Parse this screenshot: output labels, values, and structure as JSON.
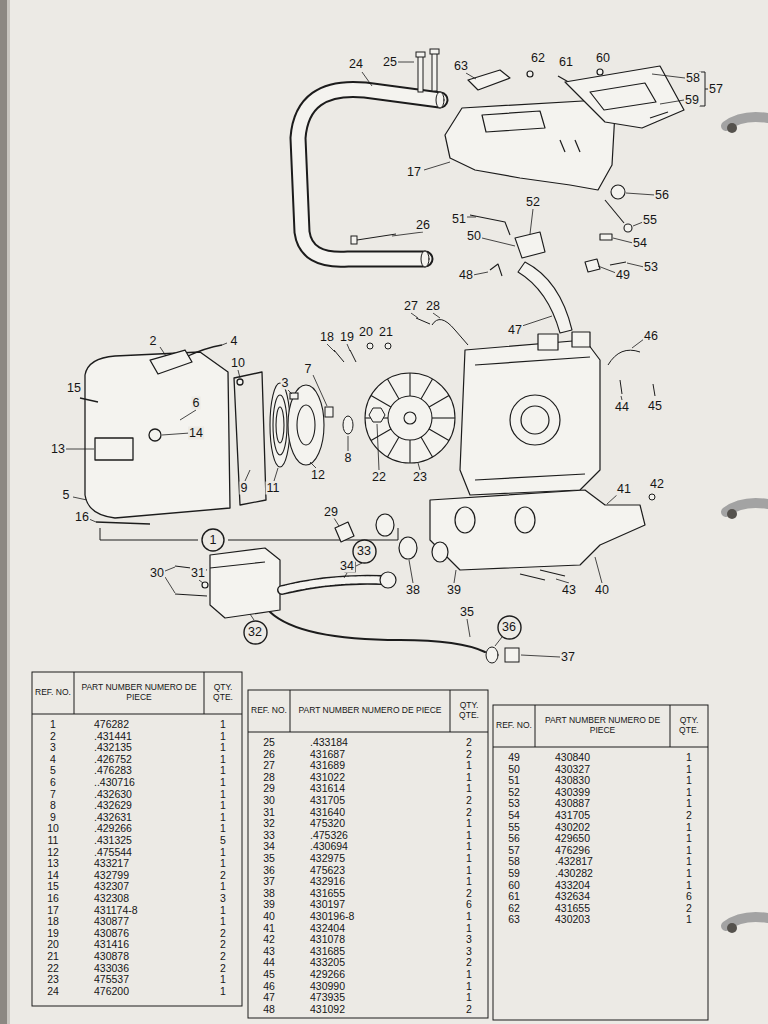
{
  "diagram": {
    "nodes": [
      {
        "text": [
          "1"
        ]
      },
      {
        "text": [
          "33"
        ]
      },
      {
        "text": [
          "36"
        ]
      },
      {
        "text": [
          "32"
        ]
      }
    ],
    "labels": [
      "62",
      "60",
      "25",
      "61",
      "63",
      "24",
      "58",
      "57",
      "59",
      "17",
      "56",
      "52",
      "51",
      "55",
      "26",
      "50",
      "54",
      "53",
      "49",
      "48",
      "27",
      "28",
      "47",
      "20",
      "21",
      "46",
      "18",
      "19",
      "2",
      "4",
      "10",
      "7",
      "3",
      "15",
      "6",
      "45",
      "44",
      "14",
      "13",
      "8",
      "12",
      "22",
      "23",
      "42",
      "9",
      "11",
      "41",
      "5",
      "29",
      "16",
      "34",
      "30",
      "31",
      "38",
      "39",
      "43",
      "40",
      "35",
      "37",
      "REF. NO.",
      "PART NUMBER NUMERO DE PIECE",
      "QTY. QTE.",
      "1",
      "476282",
      "1",
      "2",
      ".431441",
      "1",
      "3",
      ".432135",
      "1",
      "4",
      ".426752",
      "1",
      "5",
      ".476283",
      "1",
      "6",
      "..430716",
      "1",
      "7",
      ".432630",
      "1",
      "8",
      ".432629",
      "1",
      "9",
      ".432631",
      "1",
      "10",
      ".429266",
      "1",
      "11",
      ".431325",
      "5",
      "12",
      ".475544",
      "1",
      "13",
      "433217",
      "1",
      "14",
      "432799",
      "2",
      "15",
      "432307",
      "1",
      "16",
      "432308",
      "3",
      "17",
      "431174-8",
      "1",
      "18",
      "430877",
      "1",
      "19",
      "430876",
      "2",
      "20",
      "431416",
      "2",
      "21",
      "430878",
      "2",
      "22",
      "433036",
      "2",
      "23",
      "475537",
      "1",
      "24",
      "476200",
      "1",
      "REF. NO.",
      "PART NUMBER NUMERO DE PIECE",
      "QTY. QTE.",
      "25",
      ".433184",
      "2",
      "26",
      "431687",
      "2",
      "27",
      "431689",
      "1",
      "28",
      "431022",
      "1",
      "29",
      "431614",
      "1",
      "30",
      "431705",
      "2",
      "31",
      "431640",
      "2",
      "32",
      "475320",
      "1",
      "33",
      ".475326",
      "1",
      "34",
      ".430694",
      "1",
      "35",
      "432975",
      "1",
      "36",
      "475623",
      "1",
      "37",
      "432916",
      "1",
      "38",
      "431655",
      "2",
      "39",
      "430197",
      "6",
      "40",
      "430196-8",
      "1",
      "41",
      "432404",
      "1",
      "42",
      "431078",
      "3",
      "43",
      "431685",
      "3",
      "44",
      "433205",
      "2",
      "45",
      "429266",
      "1",
      "46",
      "430990",
      "1",
      "47",
      "473935",
      "1",
      "48",
      "431092",
      "2",
      "REF. NO.",
      "PART NUMBER NUMERO DE PIECE",
      "QTY. QTE.",
      "49",
      "430840",
      "1",
      "50",
      "430327",
      "1",
      "51",
      "430830",
      "1",
      "52",
      "430399",
      "1",
      "53",
      "430887",
      "1",
      "54",
      "431705",
      "2",
      "55",
      "430202",
      "1",
      "56",
      "429650",
      "1",
      "57",
      "476296",
      "1",
      "58",
      ".432817",
      "1",
      "59",
      ".430282",
      "1",
      "60",
      "433204",
      "1",
      "61",
      "432634",
      "6",
      "62",
      "431655",
      "2",
      "63",
      "430203",
      "1"
    ]
  }
}
